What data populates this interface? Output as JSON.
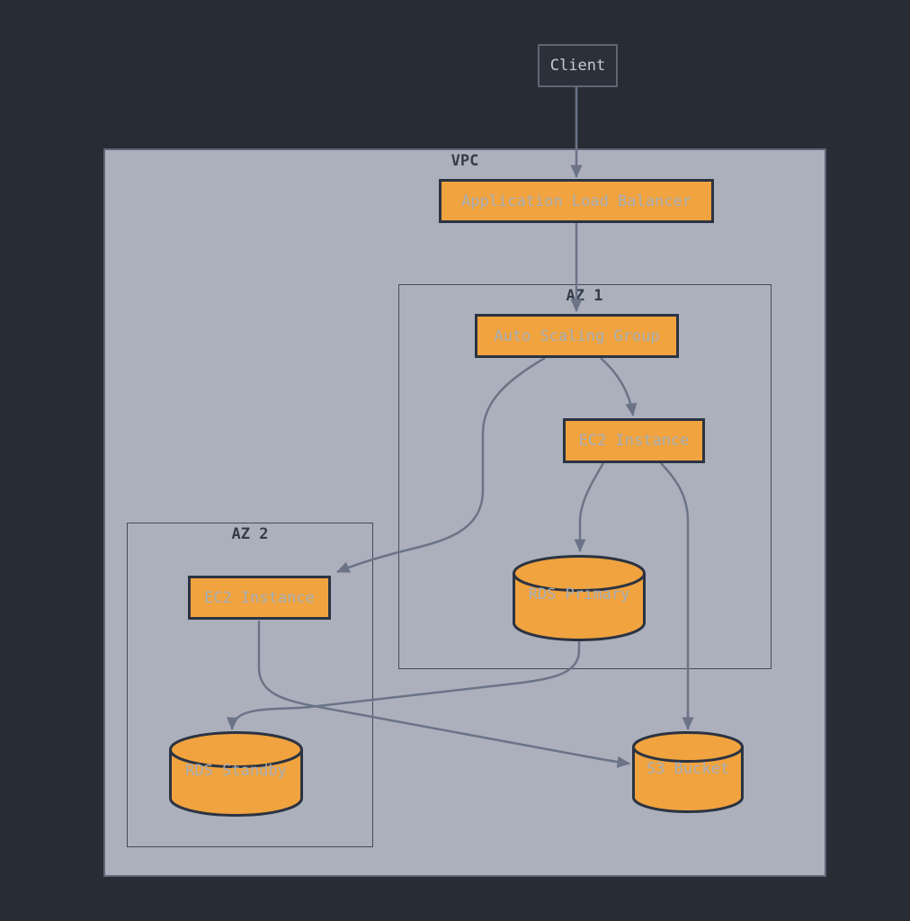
{
  "diagram": {
    "kind": "aws-architecture-flowchart",
    "containers": {
      "vpc": {
        "label": "VPC"
      },
      "az1": {
        "label": "AZ 1"
      },
      "az2": {
        "label": "AZ 2"
      }
    },
    "nodes": {
      "client": {
        "label": "Client",
        "shape": "rect"
      },
      "alb": {
        "label": "Application Load Balancer",
        "shape": "rect"
      },
      "asg": {
        "label": "Auto Scaling Group",
        "shape": "rect"
      },
      "ec2_az1": {
        "label": "EC2 Instance",
        "shape": "rect"
      },
      "ec2_az2": {
        "label": "EC2 Instance",
        "shape": "rect"
      },
      "rds_primary": {
        "label": "RDS Primary",
        "shape": "cylinder"
      },
      "rds_standby": {
        "label": "RDS Standby",
        "shape": "cylinder"
      },
      "s3": {
        "label": "S3 Bucket",
        "shape": "cylinder"
      }
    },
    "edges": [
      {
        "from": "Client",
        "to": "Application Load Balancer"
      },
      {
        "from": "Application Load Balancer",
        "to": "Auto Scaling Group"
      },
      {
        "from": "Auto Scaling Group",
        "to": "EC2 Instance (AZ 1)"
      },
      {
        "from": "Auto Scaling Group",
        "to": "EC2 Instance (AZ 2)"
      },
      {
        "from": "EC2 Instance (AZ 1)",
        "to": "RDS Primary"
      },
      {
        "from": "EC2 Instance (AZ 1)",
        "to": "S3 Bucket"
      },
      {
        "from": "EC2 Instance (AZ 2)",
        "to": "S3 Bucket"
      },
      {
        "from": "RDS Primary",
        "to": "RDS Standby"
      }
    ],
    "colors": {
      "background": "#282c35",
      "container_fill": "#abb0bc",
      "container_border": "#5d6576",
      "az_border": "#434c5c",
      "container_label": "#343c4a",
      "node_fill": "#f0a33f",
      "node_border": "#2b3342",
      "node_text": "#a3adb9",
      "client_fill": "#2b303a",
      "client_border": "#5e6673",
      "client_text": "#c5cbd5",
      "edge": "#6b7487"
    }
  }
}
